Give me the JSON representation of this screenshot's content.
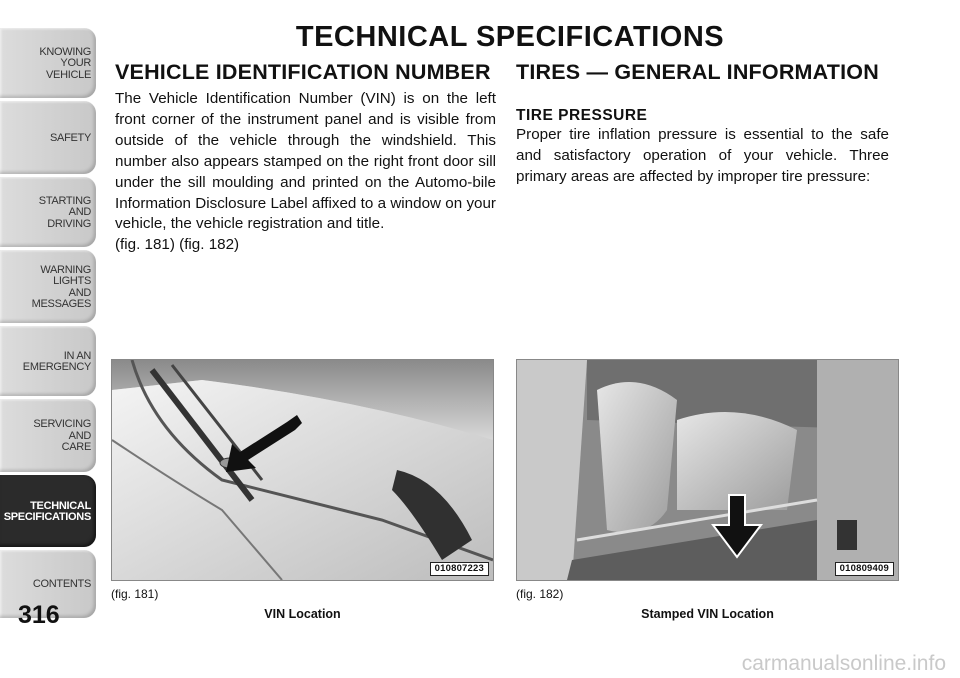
{
  "sidebar": {
    "tabs": [
      {
        "label": "KNOWING\nYOUR\nVEHICLE"
      },
      {
        "label": "SAFETY"
      },
      {
        "label": "STARTING\nAND\nDRIVING"
      },
      {
        "label": "WARNING\nLIGHTS\nAND\nMESSAGES"
      },
      {
        "label": "IN AN\nEMERGENCY"
      },
      {
        "label": "SERVICING\nAND\nCARE"
      },
      {
        "label": "TECHNICAL\nSPECIFICATIONS"
      },
      {
        "label": "CONTENTS"
      }
    ],
    "active_index": 6
  },
  "page": {
    "title": "TECHNICAL SPECIFICATIONS",
    "number": "316"
  },
  "vin_section": {
    "heading": "VEHICLE IDENTIFICATION NUMBER",
    "body": "The Vehicle Identification Number (VIN) is on the left front corner of the instrument panel and is visible from outside of the vehicle through the windshield. This number also appears stamped on the right front door sill under the sill moulding and printed on the Automo-bile Information Disclosure Label affixed to a window on your vehicle, the vehicle registration and title.",
    "fig_refs": "(fig. 181) (fig. 182)"
  },
  "tires_section": {
    "heading": "TIRES — GENERAL INFORMATION",
    "subheading": "TIRE PRESSURE",
    "body": "Proper tire inflation pressure is essential to the safe and satisfactory operation of your vehicle. Three primary areas are affected by improper tire pressure:"
  },
  "figures": [
    {
      "number": "(fig. 181)",
      "caption": "VIN Location",
      "code": "010807223"
    },
    {
      "number": "(fig. 182)",
      "caption": "Stamped VIN Location",
      "code": "010809409"
    }
  ],
  "watermark": "carmanualsonline.info"
}
